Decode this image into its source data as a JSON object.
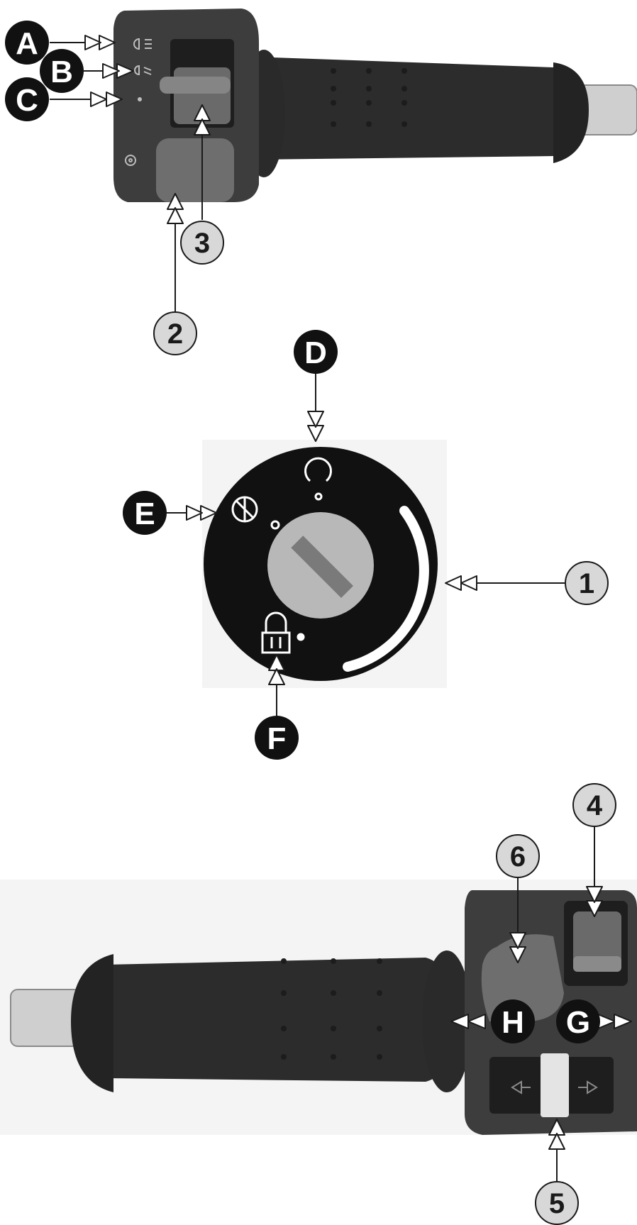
{
  "callouts_dark": {
    "a": "A",
    "b": "B",
    "c": "C",
    "d": "D",
    "e": "E",
    "f": "F",
    "g": "G",
    "h": "H"
  },
  "callouts_numbered": {
    "n1": "1",
    "n2": "2",
    "n3": "3",
    "n4": "4",
    "n5": "5",
    "n6": "6"
  },
  "colors": {
    "dark_callout": "#111111",
    "light_callout": "#d8d8d8",
    "housing": "#3a3a3a",
    "grip": "#2b2b2b",
    "button": "#6e6e6e",
    "key_dial": "#b7b7b7"
  },
  "icons": [
    "high-beam-icon",
    "low-beam-icon",
    "parking-light-icon",
    "horn-icon",
    "ignition-on-icon",
    "steering-lock-icon",
    "padlock-icon",
    "turn-left-icon",
    "turn-right-icon"
  ]
}
